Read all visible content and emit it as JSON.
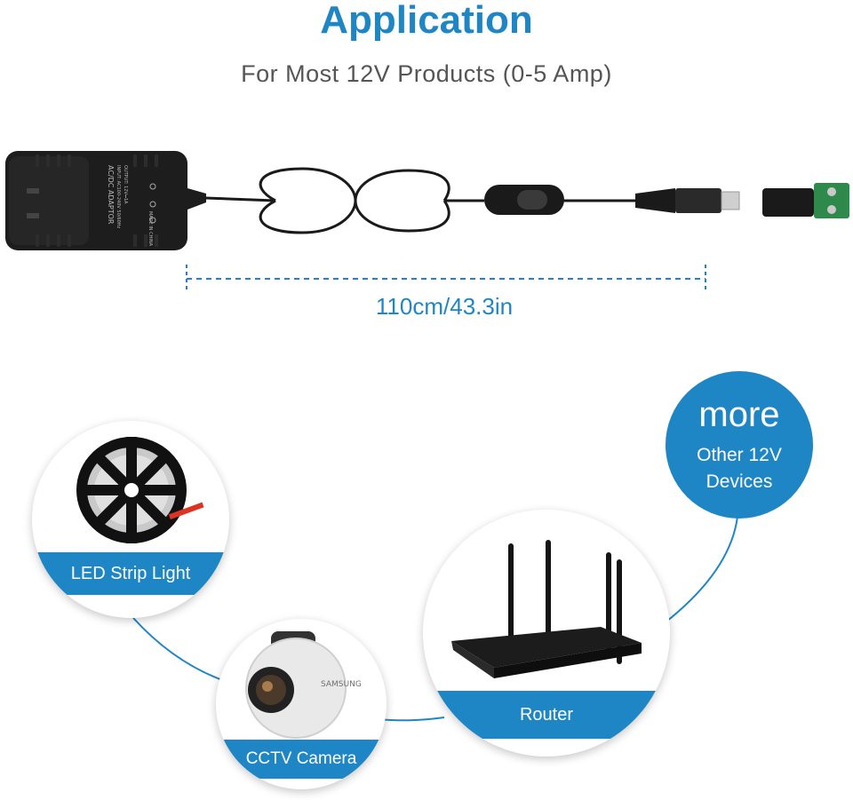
{
  "header": {
    "title": "Application",
    "subtitle": "For Most 12V Products (0-5 Amp)"
  },
  "product": {
    "cable_length": "110cm/43.3in",
    "adapter_label": "AC/DC ADAPTOR",
    "adapter_input": "INPUT: AC100-240V 50/60Hz",
    "adapter_output": "OUTPUT: 12V⎓1A",
    "adapter_origin": "MADE IN CHINA"
  },
  "applications": {
    "led": "LED Strip Light",
    "cctv": "CCTV Camera",
    "router": "Router",
    "cctv_brand": "SAMSUNG",
    "more_big": "more",
    "more_line1": "Other 12V",
    "more_line2": "Devices"
  },
  "colors": {
    "accent": "#1f86c6",
    "text_gray": "#555555",
    "device_dark": "#1b1b1b"
  }
}
